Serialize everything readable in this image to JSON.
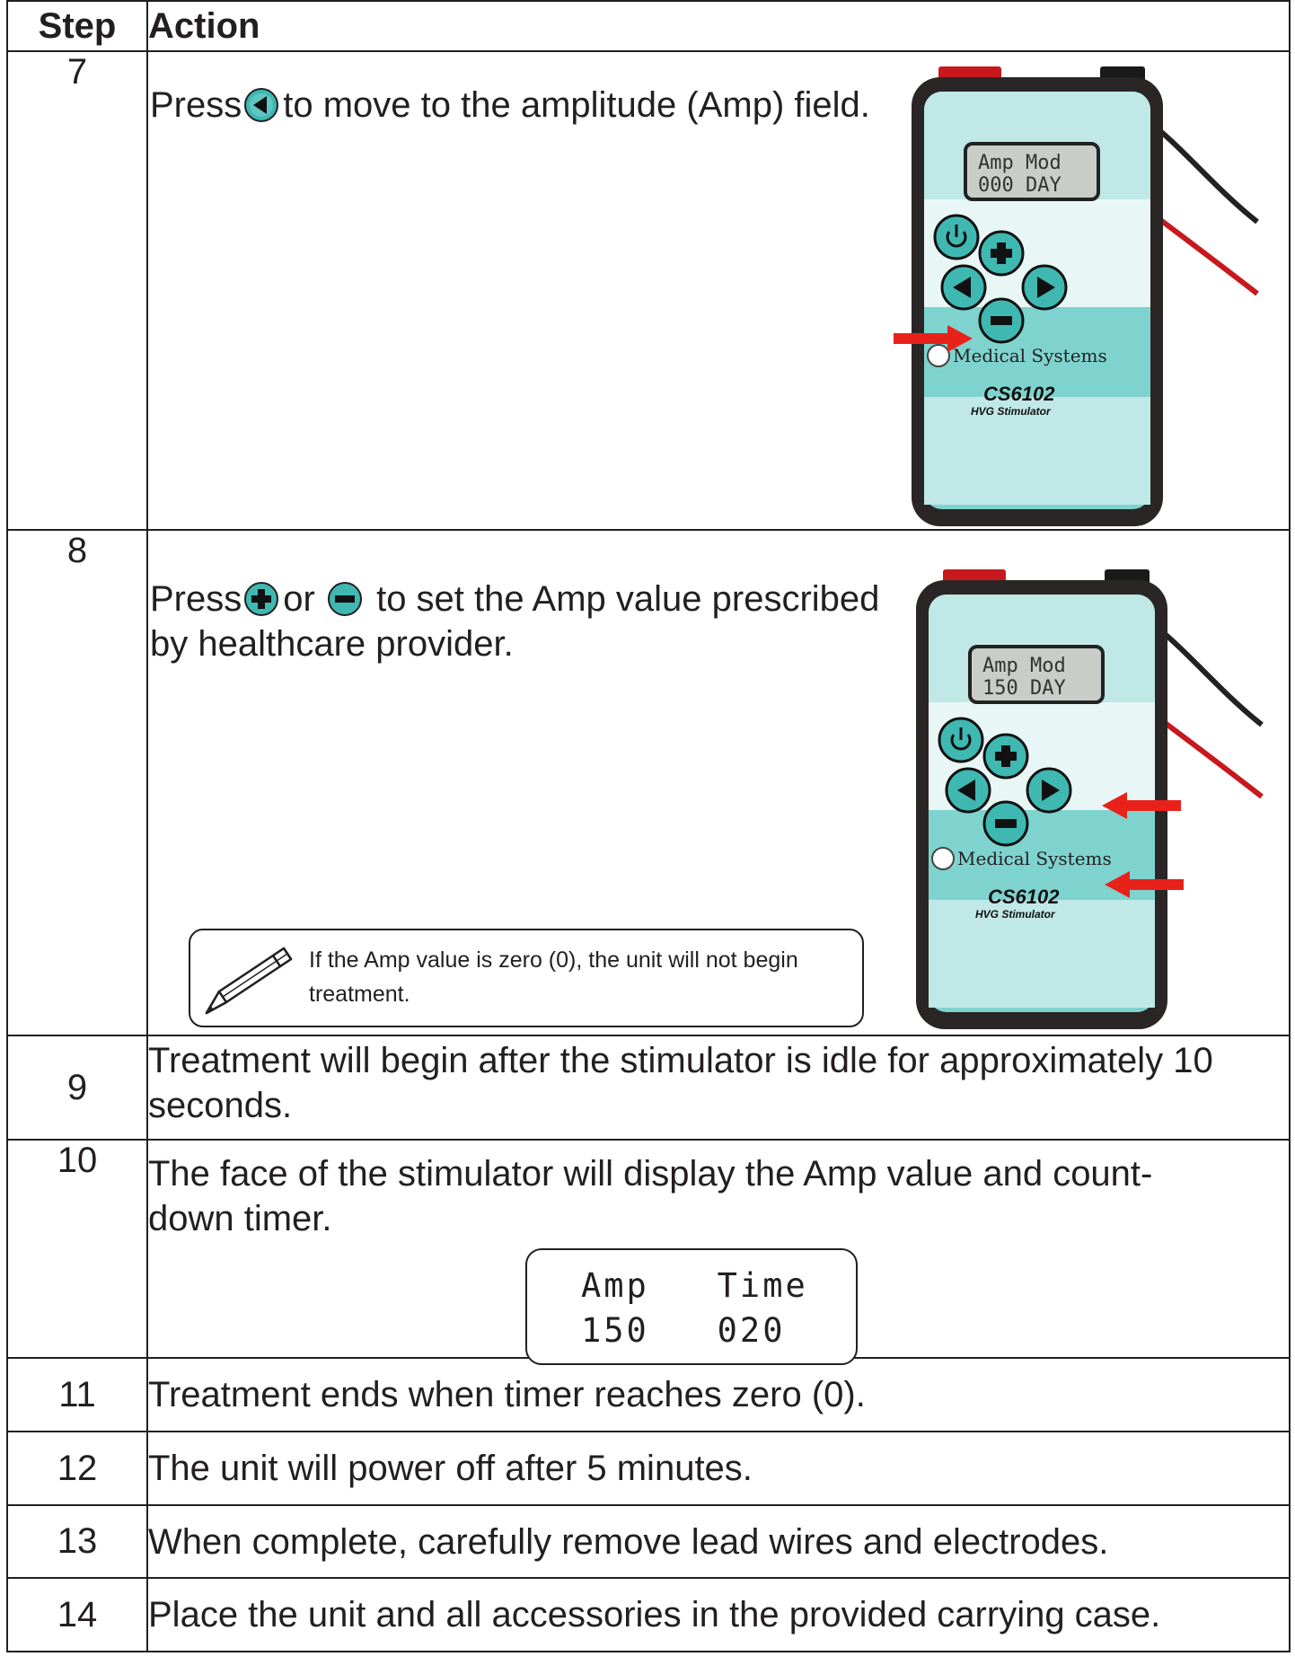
{
  "table": {
    "header": {
      "step": "Step",
      "action": "Action"
    },
    "rows": [
      {
        "step": "7",
        "action_part1": "Press",
        "action_part2": "to move to the amplitude (Amp) field.",
        "button_icon": "left-arrow-button-icon",
        "device": {
          "lcd_line1": "Amp Mod",
          "lcd_line2": "000 DAY",
          "brand": "Medical Systems",
          "model": "CS6102",
          "subtitle": "HVG Stimulator"
        }
      },
      {
        "step": "8",
        "action_part1": "Press",
        "action_or": "or",
        "action_part2": "to set the Amp value prescribed by healthcare provider.",
        "note": "If the Amp value is zero (0), the unit will not begin treatment.",
        "device": {
          "lcd_line1": "Amp Mod",
          "lcd_line2": "150 DAY",
          "brand": "Medical Systems",
          "model": "CS6102",
          "subtitle": "HVG Stimulator"
        }
      },
      {
        "step": "9",
        "action": "Treatment will begin after the stimulator is idle for approximately 10 seconds."
      },
      {
        "step": "10",
        "action": "The face of the stimulator will display the Amp value and count-down timer.",
        "display_line1": "Amp   Time",
        "display_line2": "150   020"
      },
      {
        "step": "11",
        "action": "Treatment ends when timer reaches zero (0)."
      },
      {
        "step": "12",
        "action": "The unit will power off after 5 minutes."
      },
      {
        "step": "13",
        "action": "When complete, carefully remove lead wires and electrodes."
      },
      {
        "step": "14",
        "action": "Place the unit and all accessories in the provided carrying case."
      }
    ]
  },
  "colors": {
    "text": "#231f20",
    "device_case": "#2a2625",
    "device_face": "#7fd3cf",
    "device_face_light": "#e8f7f6",
    "button_teal": "#3fb8b2",
    "lcd_bg": "#c9cdc8",
    "arrow_red": "#e8221b",
    "wire_red": "#c8181e"
  }
}
